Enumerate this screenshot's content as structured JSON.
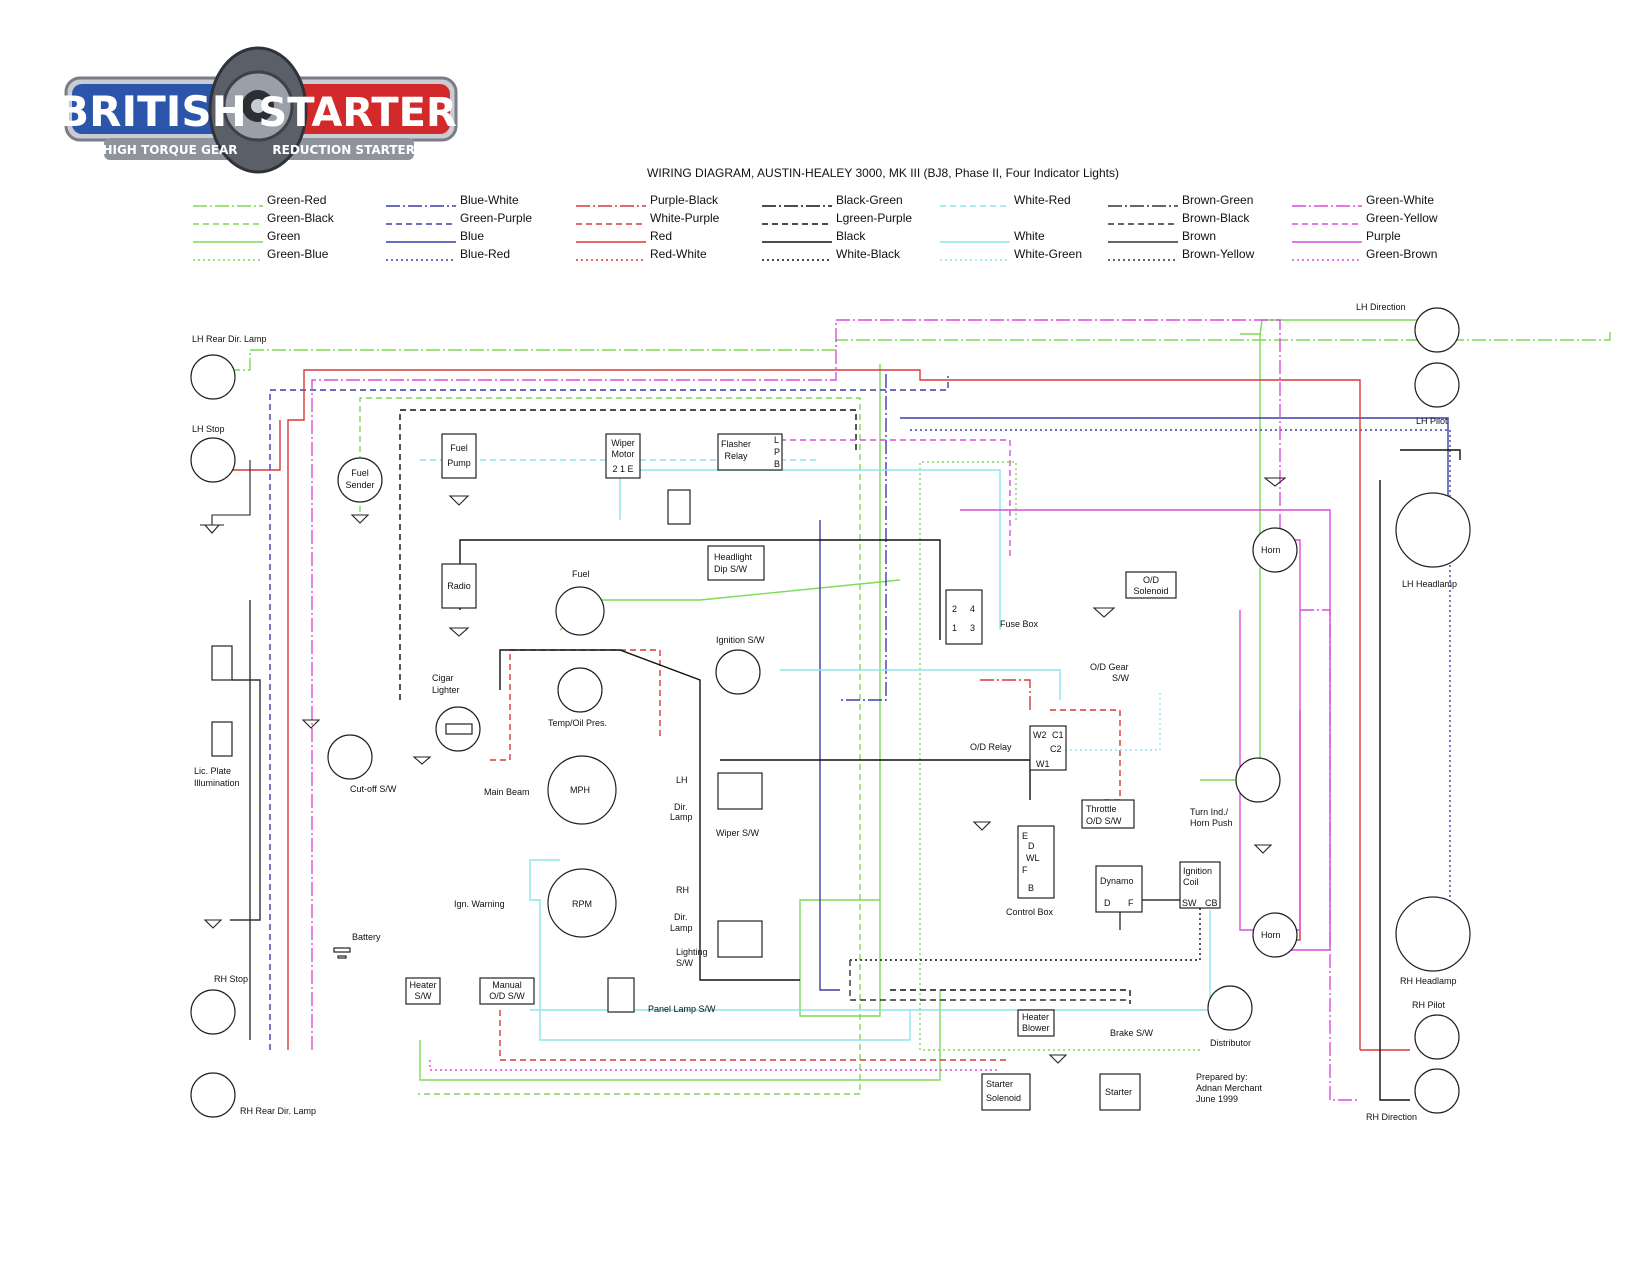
{
  "logo": {
    "left_word": "BRITISH",
    "right_word": "STARTERS",
    "tagline_left": "HIGH TORQUE GEAR",
    "tagline_right": "REDUCTION STARTERS"
  },
  "title": "WIRING DIAGRAM, AUSTIN-HEALEY 3000, MK III (BJ8, Phase II, Four Indicator Lights)",
  "legend": [
    {
      "label": "Green-Red",
      "color": "#7ed957",
      "dash": "14,3,2,3"
    },
    {
      "label": "Green-Black",
      "color": "#7ed957",
      "dash": "6,4"
    },
    {
      "label": "Green",
      "color": "#7ed957",
      "dash": ""
    },
    {
      "label": "Green-Blue",
      "color": "#7ed957",
      "dash": "2,3"
    },
    {
      "label": "Blue-White",
      "color": "#3b3fa8",
      "dash": "14,3,2,3"
    },
    {
      "label": "Green-Purple",
      "color": "#3b3fa8",
      "dash": "6,4"
    },
    {
      "label": "Blue",
      "color": "#3b3fa8",
      "dash": ""
    },
    {
      "label": "Blue-Red",
      "color": "#3b3fa8",
      "dash": "2,3"
    },
    {
      "label": "Purple-Black",
      "color": "#d63a3a",
      "dash": "14,3,2,3"
    },
    {
      "label": "White-Purple",
      "color": "#d63a3a",
      "dash": "6,4"
    },
    {
      "label": "Red",
      "color": "#d63a3a",
      "dash": ""
    },
    {
      "label": "Red-White",
      "color": "#d63a3a",
      "dash": "2,3"
    },
    {
      "label": "Black-Green",
      "color": "#111111",
      "dash": "14,3,2,3"
    },
    {
      "label": "Lgreen-Purple",
      "color": "#111111",
      "dash": "6,4"
    },
    {
      "label": "Black",
      "color": "#111111",
      "dash": ""
    },
    {
      "label": "White-Black",
      "color": "#111111",
      "dash": "2,3"
    },
    {
      "label": "White-Red",
      "color": "#8ee3ee",
      "dash": "6,4"
    },
    {
      "label": "White",
      "color": "#8ee3ee",
      "dash": ""
    },
    {
      "label": "White-Green",
      "color": "#8ee3ee",
      "dash": "2,3"
    },
    {
      "label": "Brown-Green",
      "color": "#333333",
      "dash": "14,3,2,3"
    },
    {
      "label": "Brown-Black",
      "color": "#333333",
      "dash": "6,4"
    },
    {
      "label": "Brown",
      "color": "#333333",
      "dash": ""
    },
    {
      "label": "Brown-Yellow",
      "color": "#333333",
      "dash": "2,3"
    },
    {
      "label": "Green-White",
      "color": "#d84fd8",
      "dash": "14,3,2,3"
    },
    {
      "label": "Green-Yellow",
      "color": "#d84fd8",
      "dash": "6,4"
    },
    {
      "label": "Purple",
      "color": "#d84fd8",
      "dash": ""
    },
    {
      "label": "Green-Brown",
      "color": "#d84fd8",
      "dash": "2,3"
    }
  ],
  "components": {
    "lh_rear_dir_lamp": "LH Rear Dir. Lamp",
    "lh_stop": "LH Stop",
    "fuel_sender": [
      "Fuel",
      "Sender"
    ],
    "fuel_pump": [
      "Fuel",
      "Pump"
    ],
    "wiper_motor": [
      "Wiper",
      "Motor",
      "2  1  E"
    ],
    "flasher_relay": [
      "Flasher",
      "Relay"
    ],
    "flasher_pins": [
      "L",
      "P",
      "B"
    ],
    "radio": "Radio",
    "headlight_dip": [
      "Headlight",
      "Dip S/W"
    ],
    "fuel_gauge": "Fuel",
    "temp_oil": "Temp/Oil Pres.",
    "ignition_sw": "Ignition S/W",
    "cigar_lighter": [
      "Cigar",
      "Lighter"
    ],
    "cutoff_sw": "Cut-off S/W",
    "lic_plate": [
      "Lic. Plate",
      "Illumination"
    ],
    "main_beam": "Main Beam",
    "mph": "MPH",
    "lh_dir_lamp": [
      "LH",
      "Dir.",
      "Lamp"
    ],
    "wiper_sw": "Wiper S/W",
    "ign_warning": "Ign. Warning",
    "rpm": "RPM",
    "rh_dir_lamp": [
      "RH",
      "Dir.",
      "Lamp"
    ],
    "lighting_sw": [
      "Lighting",
      "S/W"
    ],
    "battery": "Battery",
    "panel_lamp_sw": "Panel Lamp S/W",
    "heater_sw": [
      "Heater",
      "S/W"
    ],
    "manual_od_sw": [
      "Manual",
      "O/D S/W"
    ],
    "rh_stop": "RH Stop",
    "rh_rear_dir_lamp": "RH Rear Dir. Lamp",
    "fuse_box": "Fuse Box",
    "fuse_pins": [
      "2",
      "4",
      "1",
      "3"
    ],
    "od_solenoid": [
      "O/D",
      "Solenoid"
    ],
    "od_gear_sw": [
      "O/D Gear",
      "S/W"
    ],
    "od_relay": "O/D Relay",
    "od_relay_pins": [
      "W2",
      "C1",
      "C2",
      "W1"
    ],
    "throttle_od_sw": [
      "Throttle",
      "O/D S/W"
    ],
    "control_box": "Control Box",
    "control_box_pins": [
      "E",
      "D",
      "WL",
      "F",
      "B"
    ],
    "dynamo": [
      "Dynamo",
      "D",
      "F"
    ],
    "ignition_coil": [
      "Ignition",
      "Coil",
      "SW",
      "CB"
    ],
    "distributor": "Distributor",
    "heater_blower": [
      "Heater",
      "Blower"
    ],
    "brake_sw": "Brake S/W",
    "starter_solenoid": [
      "Starter",
      "Solenoid"
    ],
    "starter": "Starter",
    "lh_direction": "LH Direction",
    "lh_pilot": "LH Pilot",
    "horn_upper": "Horn",
    "lh_headlamp": "LH Headlamp",
    "turn_ind": [
      "Turn Ind./",
      "Horn Push"
    ],
    "horn_lower": "Horn",
    "rh_headlamp": "RH Headlamp",
    "rh_pilot": "RH Pilot",
    "rh_direction": "RH Direction",
    "prepared_by": [
      "Prepared by:",
      "Adnan Merchant",
      "June 1999"
    ]
  }
}
